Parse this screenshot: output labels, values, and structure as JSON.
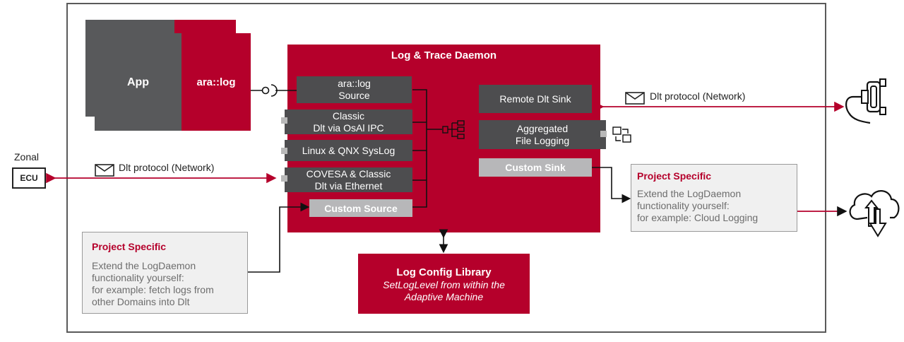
{
  "daemon": {
    "title": "Log & Trace Daemon",
    "sources": [
      "ara::log\nSource",
      "Classic\nDlt via OsAl IPC",
      "Linux & QNX SysLog",
      "COVESA & Classic\nDlt via Ethernet"
    ],
    "custom_source": "Custom Source",
    "sinks": [
      "Remote Dlt Sink",
      "Aggregated\nFile Logging"
    ],
    "custom_sink": "Custom Sink"
  },
  "app": {
    "label": "App",
    "ara_log": "ara::log"
  },
  "ecu": {
    "zonal_label": "Zonal",
    "badge": "ECU",
    "protocol_label": "Dlt protocol (Network)"
  },
  "network": {
    "protocol_label": "Dlt protocol (Network)"
  },
  "config_library": {
    "title": "Log Config Library",
    "subtitle": "SetLogLevel from within the\nAdaptive Machine"
  },
  "project_left": {
    "title": "Project Specific",
    "text": "Extend the LogDaemon\nfunctionality yourself:\nfor example: fetch logs from\nother Domains into Dlt"
  },
  "project_right": {
    "title": "Project Specific",
    "text": "Extend the LogDaemon\nfunctionality yourself:\nfor example: Cloud Logging"
  },
  "colors": {
    "accent_red": "#b5002b",
    "dark_gray": "#4d4d4f",
    "light_gray": "#b7b7b9"
  },
  "icons": [
    "envelope-icon",
    "serial-connector-icon",
    "cloud-upload-download-icon",
    "network-hub-icon",
    "file-sync-icon",
    "ecu-chip-icon"
  ]
}
